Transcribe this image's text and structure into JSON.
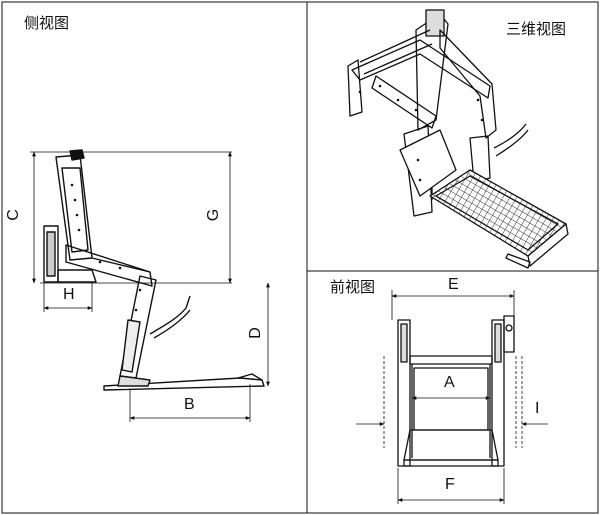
{
  "panels": {
    "side": {
      "title": "侧视图"
    },
    "iso": {
      "title": "三维视图"
    },
    "front": {
      "title": "前视图"
    }
  },
  "dimensions": {
    "A": "A",
    "B": "B",
    "C": "C",
    "D": "D",
    "E": "E",
    "F": "F",
    "G": "G",
    "H": "H",
    "I": "I"
  }
}
